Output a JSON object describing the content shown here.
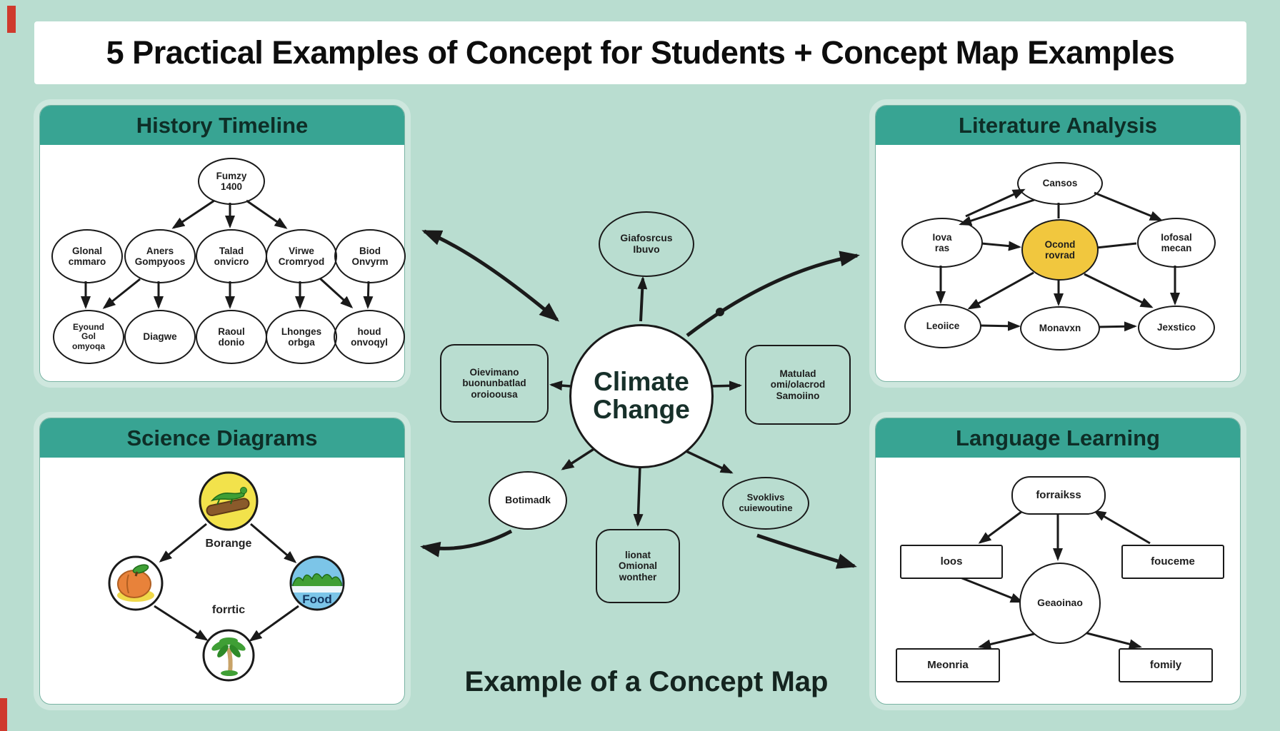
{
  "page": {
    "title": "5 Practical Examples of Concept for Students + Concept Map Examples",
    "footer_label": "Example of a Concept Map",
    "colors": {
      "header_teal": "#38a493",
      "node_yellow": "#f1c73e",
      "red_accent": "#cf3a2d",
      "outline": "#1a1a1a",
      "background": "#b9ddd0"
    }
  },
  "history": {
    "title": "History Timeline",
    "top": "Fumzy\n1400",
    "mid1": "Glonal\ncmmaro",
    "mid2": "Aners\nGompyoos",
    "mid3": "Talad\nonvicro",
    "mid4": "Virwe\nCromryod",
    "mid5": "Biod\nOnvyrm",
    "bot1": "Eyound\nGol\nomyoqa",
    "bot2": "Diagwe",
    "bot3": "Raoul\ndonio",
    "bot4": "Lhonges\norbga",
    "bot5": "houd\nonvoqyl"
  },
  "literature": {
    "title": "Literature Analysis",
    "causes": "Cansos",
    "left": "Iova\nras",
    "center": "Ocond\nrovrad",
    "right": "Iofosal\nmecan",
    "bottom_left": "Leoiice",
    "bottom_mid": "Monavxn",
    "bottom_right": "Jexstico"
  },
  "science": {
    "title": "Science Diagrams",
    "label_top": "Borange",
    "label_bottom": "forrtic",
    "food_label": "Food"
  },
  "language": {
    "title": "Language Learning",
    "top": "forraikss",
    "left": "loos",
    "right": "fouceme",
    "center": "Geaoinao",
    "bottom_left": "Meonria",
    "bottom_right": "fomily"
  },
  "center_map": {
    "main": "Climate\nChange",
    "top": "Giafosrcus\nIbuvo",
    "left": "Oievimano\nbuonunbatlad\noroioousa",
    "right": "Matulad\nomi/olacrod\nSamoiino",
    "bottom_left": "Botimadk",
    "bottom_right": "Svoklivs\ncuiewoutine",
    "bottom_center": "lionat\nOmional\nwonther"
  }
}
